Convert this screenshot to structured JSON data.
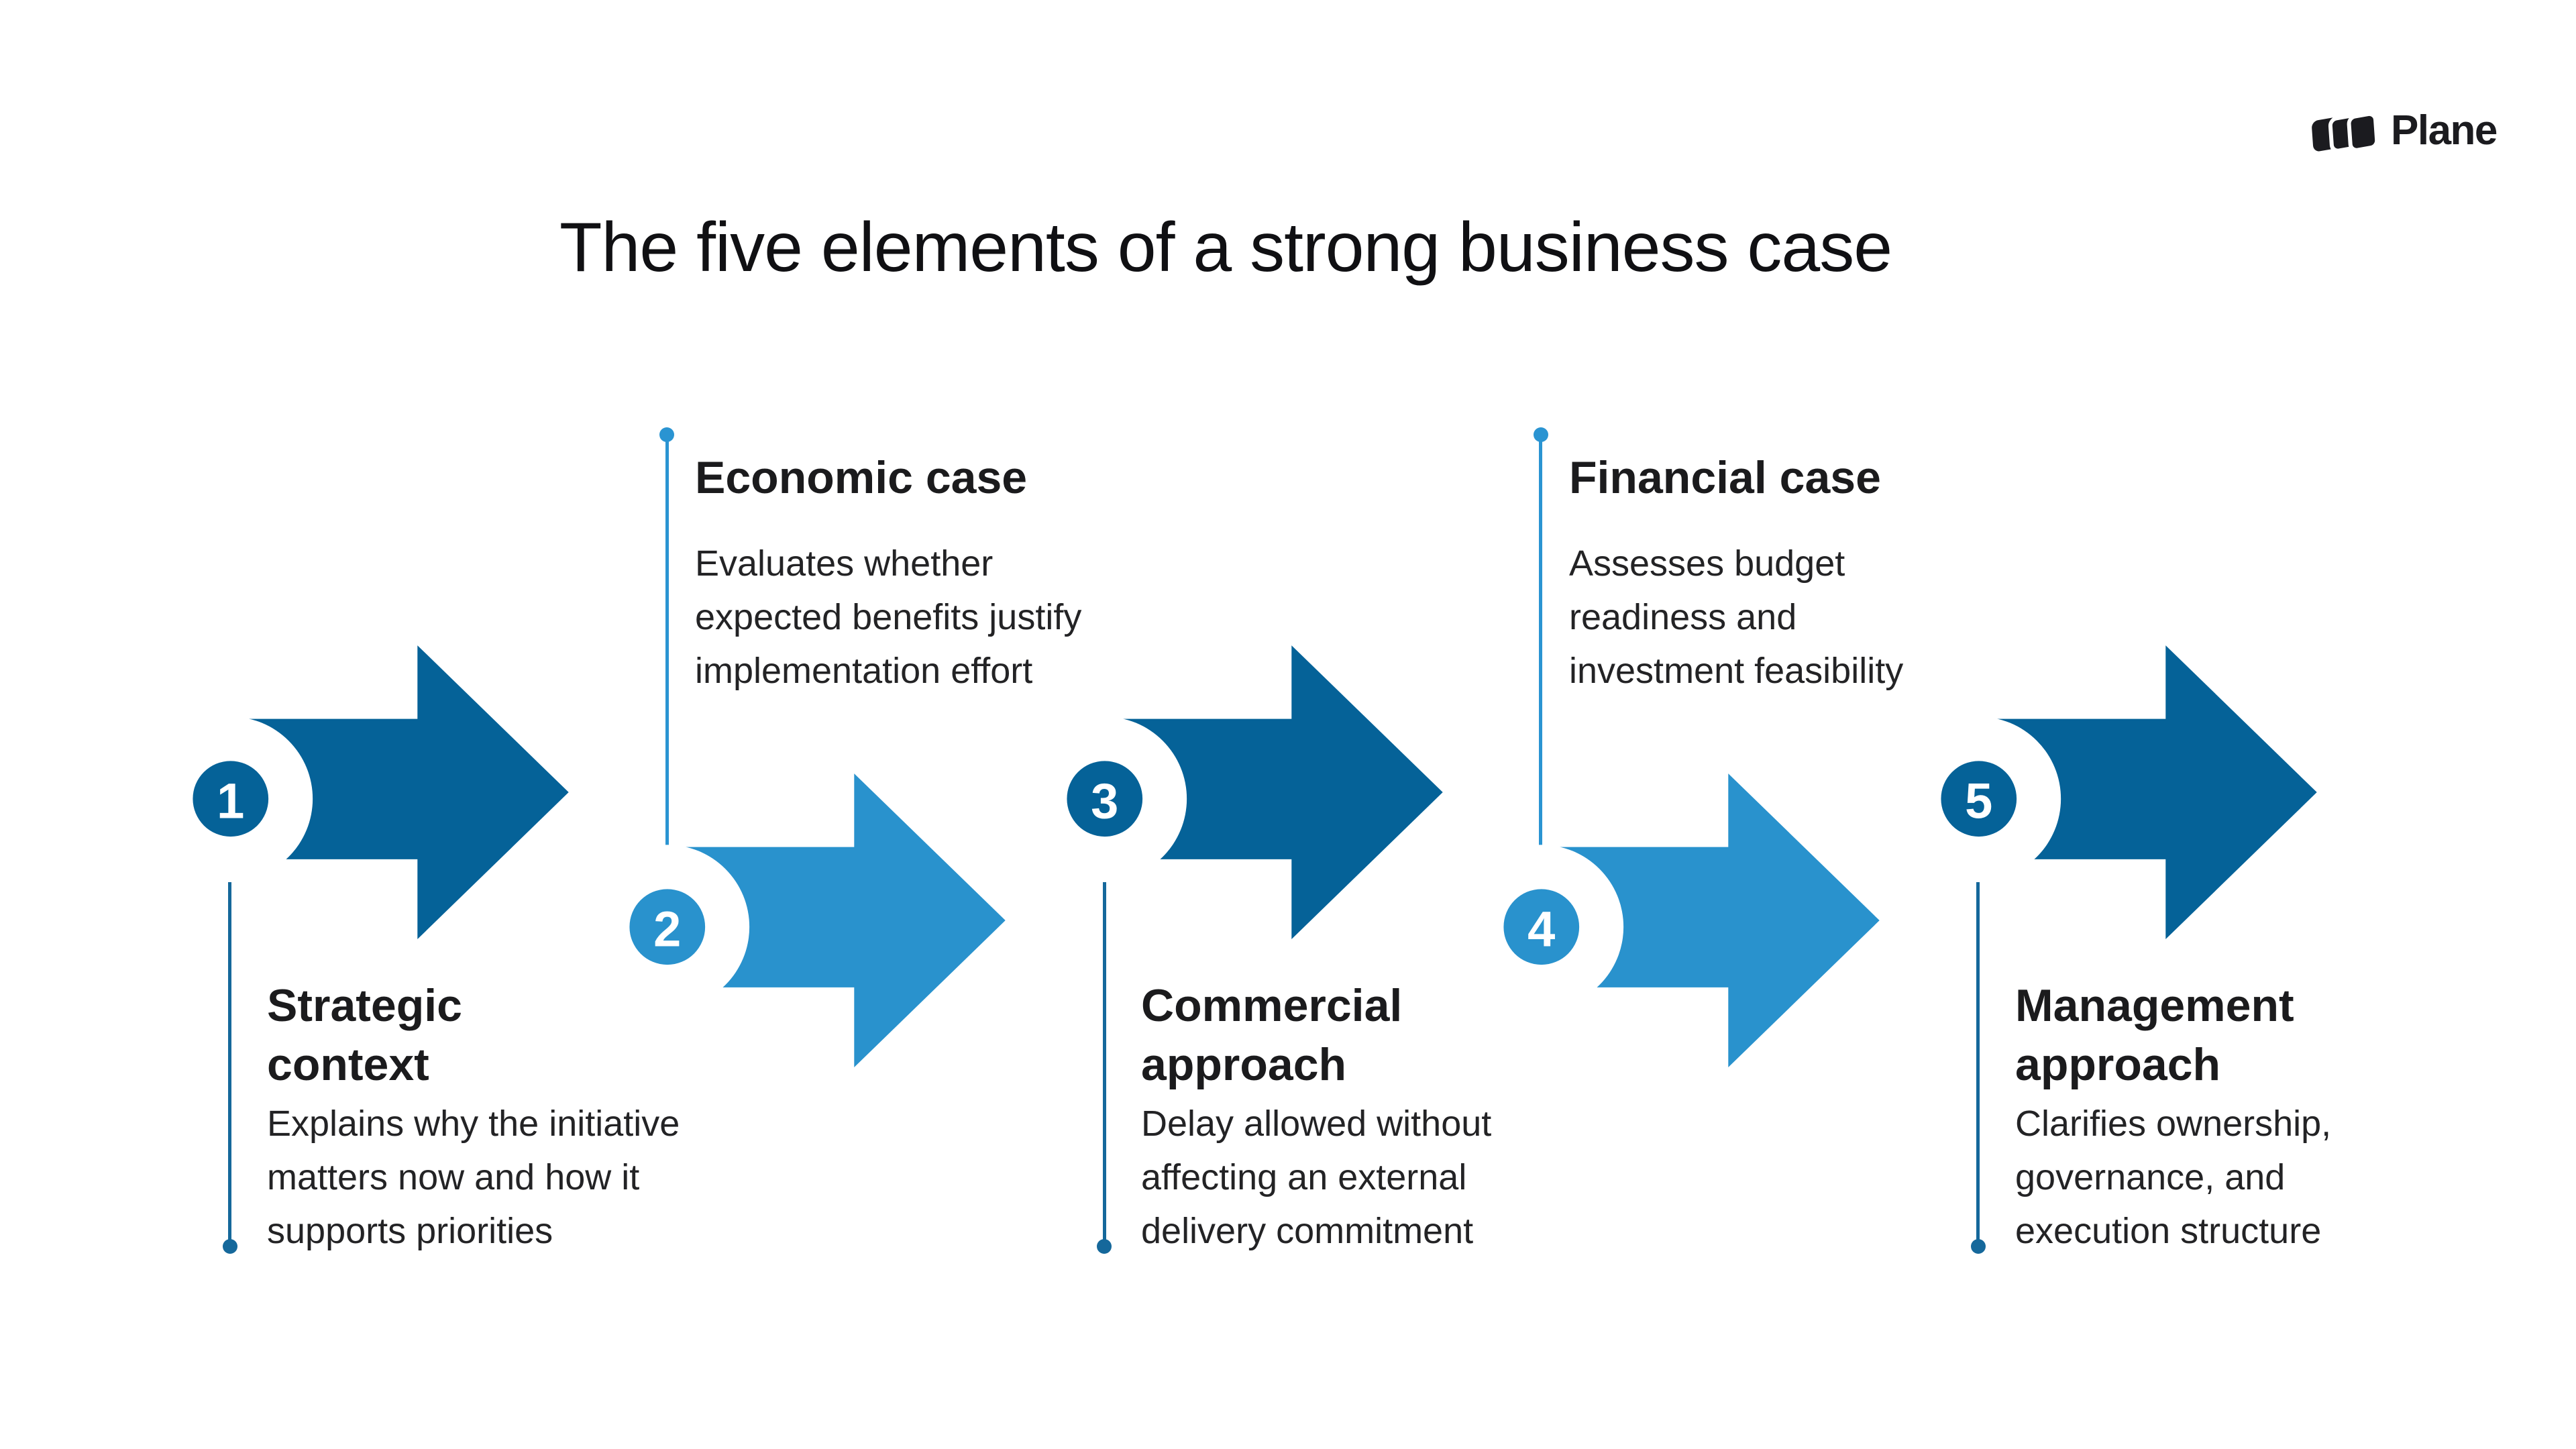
{
  "page": {
    "title": "The five elements of a strong business case",
    "background": "#ffffff"
  },
  "logo": {
    "text": "Plane"
  },
  "colors": {
    "dark": "#056298",
    "light": "#2992CD",
    "dark_line": "#15689B",
    "light_line": "#2A94D2",
    "logo_ink": "#1B1B1F",
    "title_text": "#101013",
    "heading_text": "#1B1B1D",
    "desc_text": "#232325",
    "number_text": "#ffffff"
  },
  "steps": [
    {
      "number": "1",
      "title": "Strategic\ncontext",
      "desc": "Explains why the initiative\nmatters now and how it\nsupports priorities",
      "variant": "dark",
      "text_position": "below"
    },
    {
      "number": "2",
      "title": "Economic case",
      "desc": "Evaluates whether\nexpected benefits justify\nimplementation effort",
      "variant": "light",
      "text_position": "above"
    },
    {
      "number": "3",
      "title": "Commercial\napproach",
      "desc": "Delay allowed without\naffecting an external\ndelivery commitment",
      "variant": "dark",
      "text_position": "below"
    },
    {
      "number": "4",
      "title": "Financial case",
      "desc": "Assesses budget\nreadiness and\ninvestment feasibility",
      "variant": "light",
      "text_position": "above"
    },
    {
      "number": "5",
      "title": "Management\napproach",
      "desc": "Clarifies ownership,\ngovernance, and\nexecution structure",
      "variant": "dark",
      "text_position": "below"
    }
  ]
}
